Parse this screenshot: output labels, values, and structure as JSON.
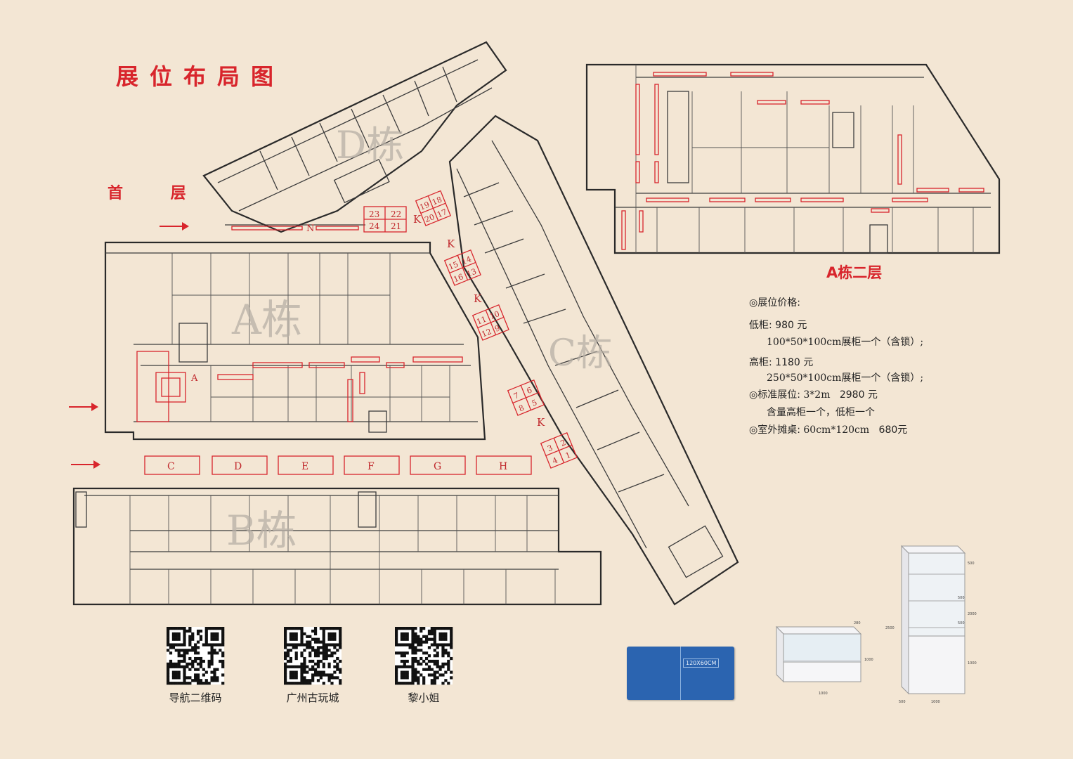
{
  "title": "展位布局图",
  "floor1_label": "首 层",
  "floor2_label": "A栋二层",
  "buildings": {
    "A": "A栋",
    "B": "B栋",
    "D": "D栋",
    "C": "C栋"
  },
  "zone_letters": {
    "A": "A",
    "N": "N",
    "C": "C",
    "D": "D",
    "E": "E",
    "F": "F",
    "G": "G",
    "H": "H",
    "K1": "K",
    "K2": "K",
    "K3": "K",
    "K4": "K"
  },
  "booth_numbers": {
    "b23": "23",
    "b22": "22",
    "b24": "24",
    "b21": "21",
    "b19": "19",
    "b18": "18",
    "b20": "20",
    "b17": "17",
    "b15": "15",
    "b14": "14",
    "b16": "16",
    "b13": "13",
    "b11": "11",
    "b10": "10",
    "b12": "12",
    "b9": "9",
    "b7": "7",
    "b6": "6",
    "b8": "8",
    "b5": "5",
    "b3": "3",
    "b2": "2",
    "b4": "4",
    "b1": "1"
  },
  "pricing": {
    "heading": "◎展位价格:",
    "low_label": "低柜:",
    "low_price": "980 元",
    "low_desc": "100*50*100cm展柜一个（含锁）;",
    "high_label": "高柜:",
    "high_price": "1180 元",
    "high_desc": "250*50*100cm展柜一个（含锁）;",
    "std_label": "◎标准展位:",
    "std_size": "3*2m",
    "std_price": "2980 元",
    "std_desc": "含量高柜一个，低柜一个",
    "outdoor_label": "◎室外摊桌:",
    "outdoor_size": "60cm*120cm",
    "outdoor_price": "680元"
  },
  "qr_codes": [
    {
      "label": "导航二维码"
    },
    {
      "label": "广州古玩城"
    },
    {
      "label": "黎小姐"
    }
  ],
  "table_dimension": "120X60CM",
  "cabinet_dims": {
    "low_top": "280",
    "low_mid": "1000",
    "low_w": "1000",
    "high_500_top": "500",
    "high_500_mid": "500",
    "high_500_low": "500",
    "high_1000": "1000",
    "high_2500": "2500",
    "high_2000": "2000",
    "high_w": "1000",
    "high_d": "500"
  },
  "colors": {
    "accent": "#d8252c",
    "background": "#f3e6d4",
    "table_blue": "#2b64b0"
  },
  "icons": [
    "arrow-right-icon",
    "qr-code-icon"
  ]
}
